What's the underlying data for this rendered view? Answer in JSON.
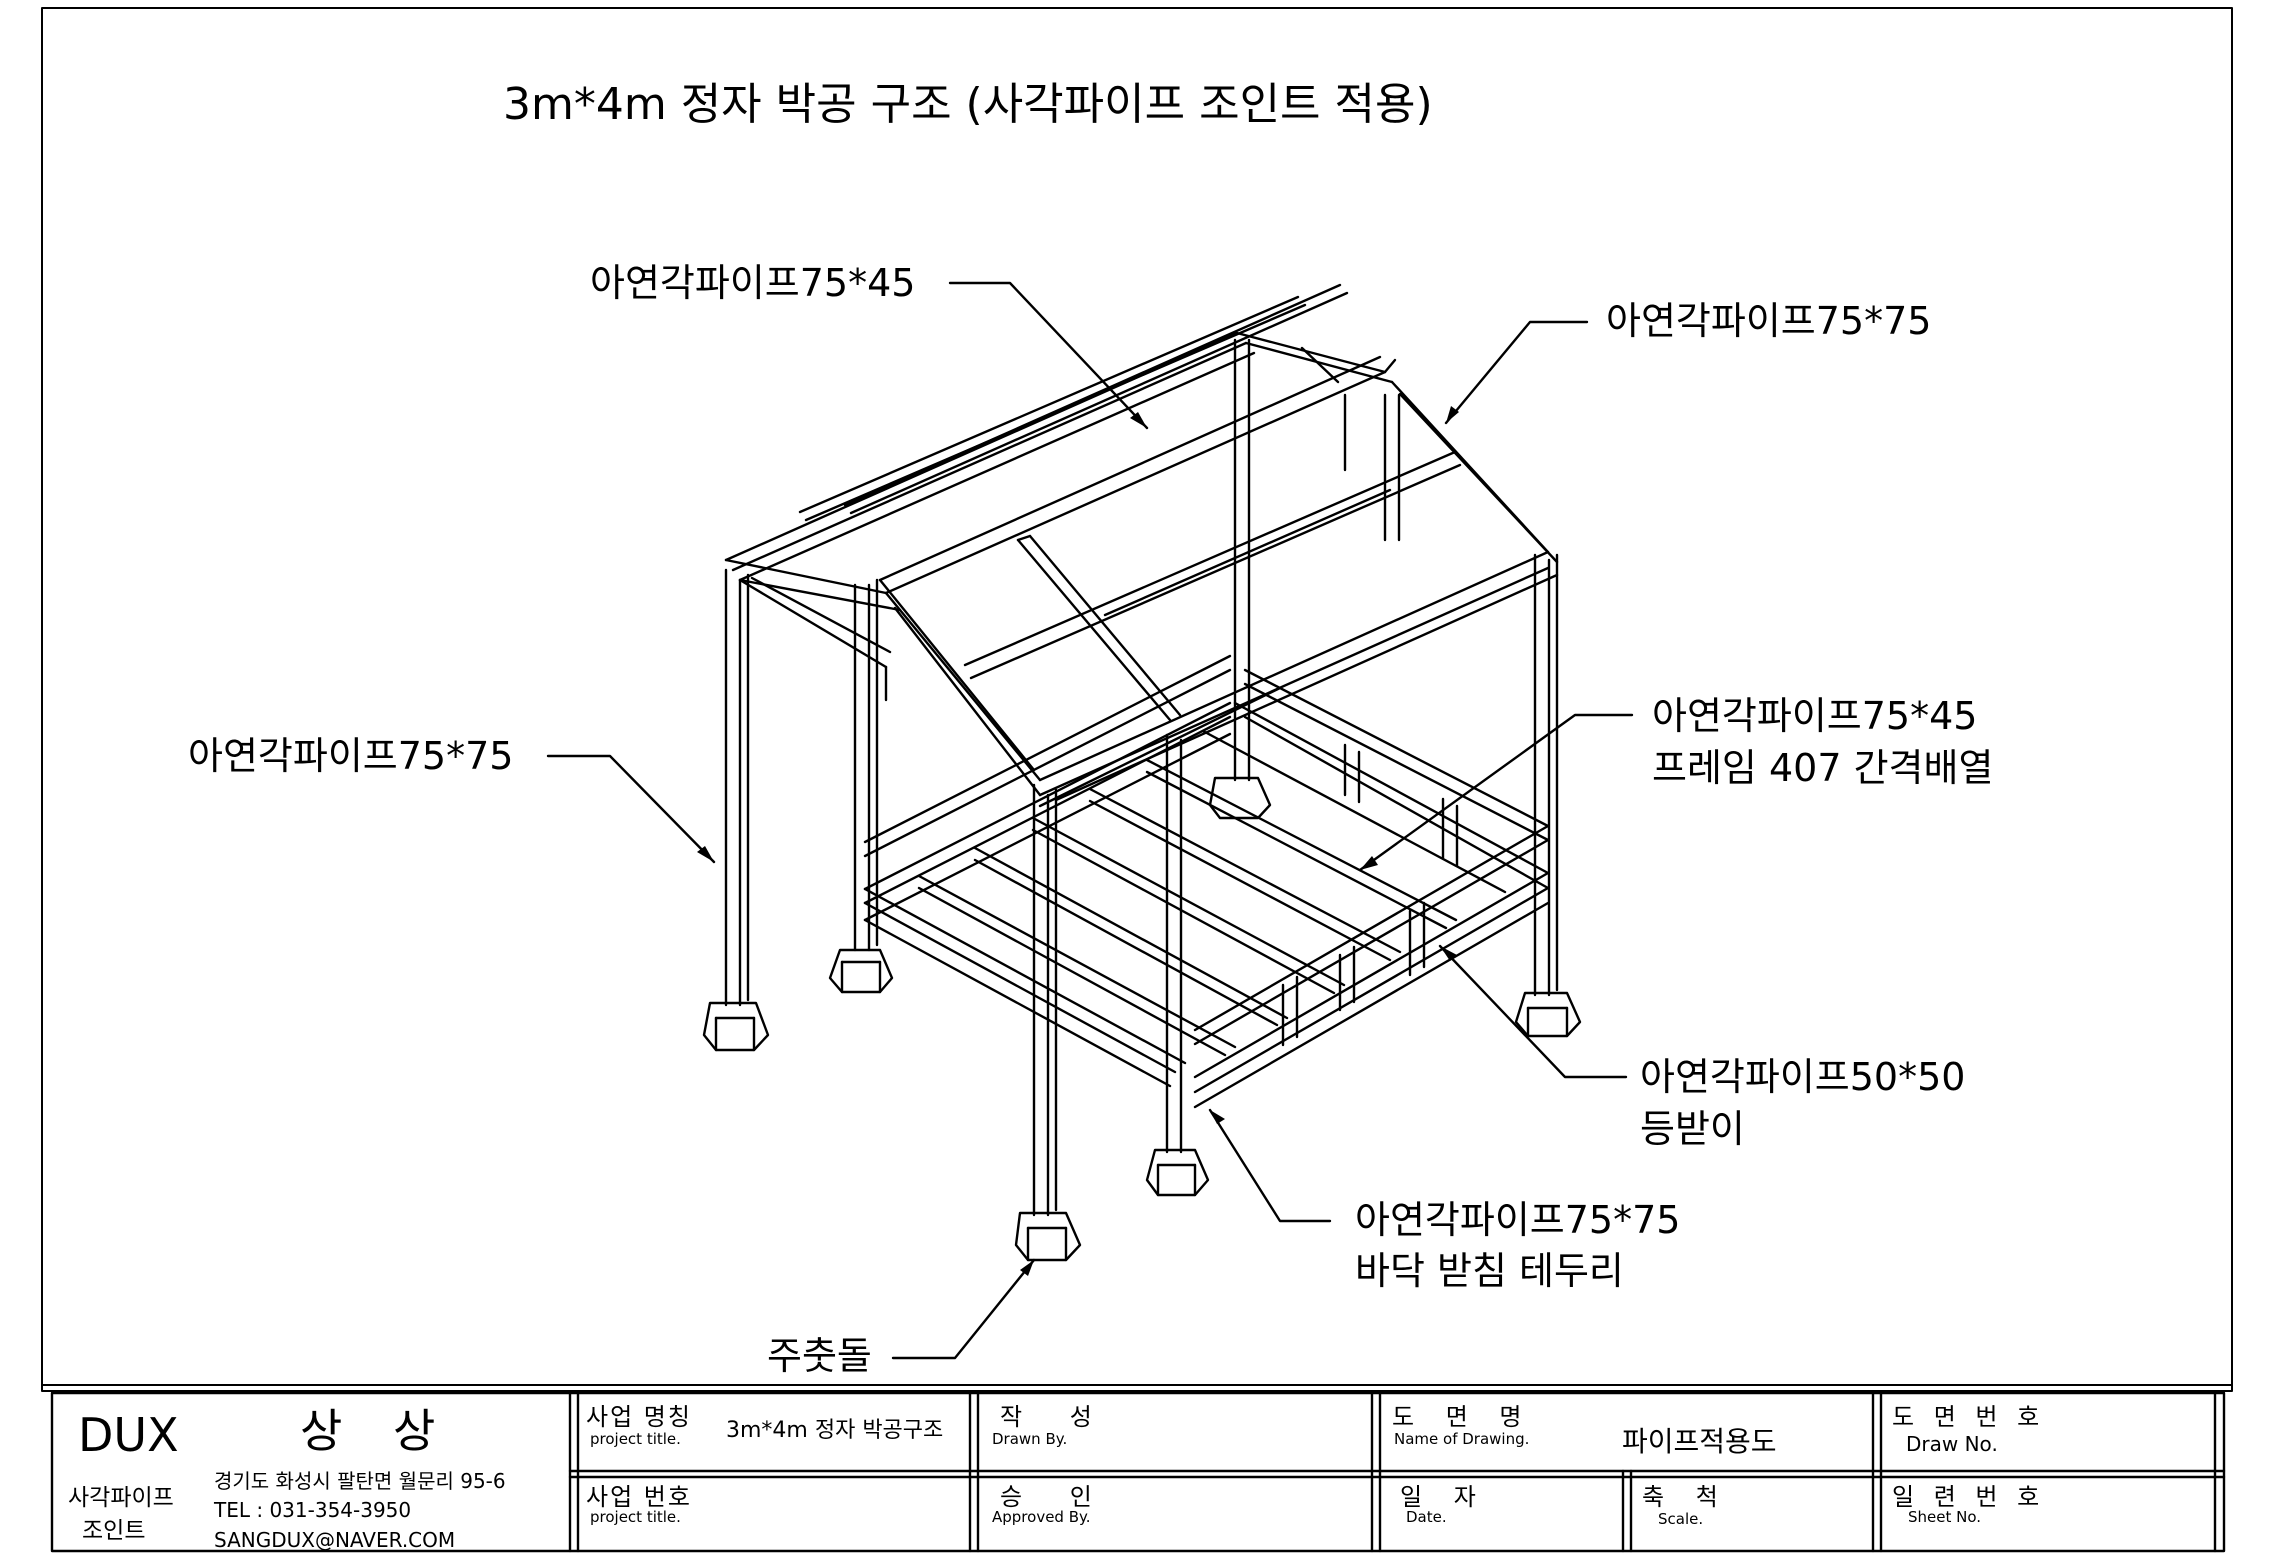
{
  "title": "3m*4m 정자 박공 구조 (사각파이프 조인트 적용)",
  "callouts": {
    "roof_purlin": "아연각파이프75*45",
    "roof_rafter": "아연각파이프75*75",
    "post": "아연각파이프75*75",
    "floor_frame_pipe": "아연각파이프75*45",
    "floor_frame_spacing": "프레임 407 간격배열",
    "backrest_pipe": "아연각파이프50*50",
    "backrest_name": "등받이",
    "floor_edge_pipe": "아연각파이프75*75",
    "floor_edge_name": "바닥 받침 테두리",
    "footing": "주춧돌"
  },
  "title_block": {
    "brand": "DUX",
    "company": "상 상",
    "company_type_line1": "사각파이프",
    "company_type_line2": "조인트",
    "address": "경기도 화성시 팔탄면 월문리 95-6",
    "tel": "TEL : 031-354-3950",
    "email": "SANGDUX@NAVER.COM",
    "project_name_label": "사업 명칭",
    "project_name_sub": "project title.",
    "project_name_value": "3m*4m 정자 박공구조",
    "project_no_label": "사업 번호",
    "project_no_sub": "project title.",
    "drawn_label": "작 성",
    "drawn_sub": "Drawn By.",
    "approved_label": "승 인",
    "approved_sub": "Approved By.",
    "drawing_name_label": "도 면 명",
    "drawing_name_sub": "Name of Drawing.",
    "drawing_name_value": "파이프적용도",
    "date_label": "일 자",
    "date_sub": "Date.",
    "scale_label": "축 척",
    "scale_sub": "Scale.",
    "draw_no_label": "도 면 번 호",
    "draw_no_sub": "Draw No.",
    "sheet_no_label": "일 련 번 호",
    "sheet_no_sub": "Sheet No."
  }
}
